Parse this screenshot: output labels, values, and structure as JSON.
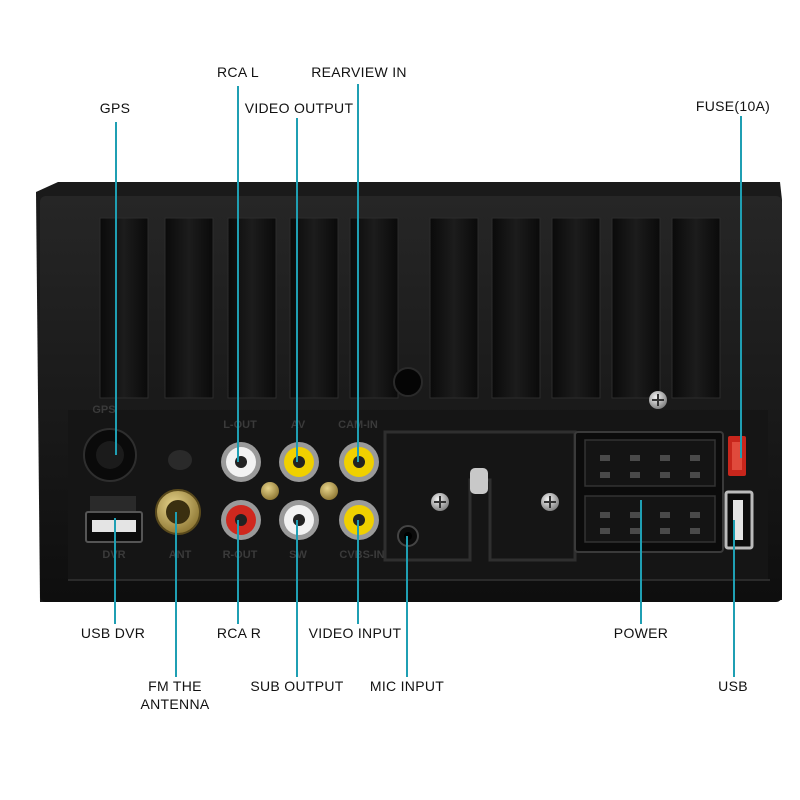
{
  "labels": {
    "gps": "GPS",
    "rca_l": "RCA L",
    "rearview_in": "REARVIEW IN",
    "video_output": "VIDEO OUTPUT",
    "fuse": "FUSE(10A)",
    "usb_dvr": "USB DVR",
    "rca_r": "RCA R",
    "video_input": "VIDEO INPUT",
    "power": "POWER",
    "fm_antenna_line1": "FM THE",
    "fm_antenna_line2": "ANTENNA",
    "sub_output": "SUB OUTPUT",
    "mic_input": "MIC INPUT",
    "usb": "USB"
  },
  "panel_markings": {
    "gps": "GPS",
    "l_out": "L-OUT",
    "av": "AV",
    "cam_in": "CAM-IN",
    "dvr": "DVR",
    "ant": "ANT",
    "r_out": "R-OUT",
    "sw": "SW",
    "cvbs_in": "CVBS-IN"
  },
  "colors": {
    "callout_line": "#1f9fb3",
    "housing": "#141414",
    "rca_white": "#f2f2f2",
    "rca_yellow": "#f0d000",
    "rca_red": "#d0281e",
    "fuse_red": "#c8261c"
  }
}
